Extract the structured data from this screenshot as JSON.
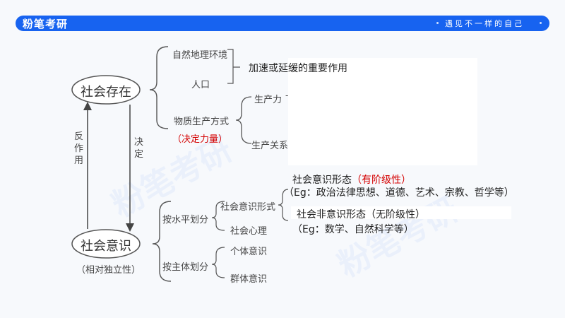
{
  "header": {
    "logo": "粉笔考研",
    "slogan": "遇见不一样的自己"
  },
  "watermark": "粉笔考研",
  "social_existence": {
    "title": "社会存在",
    "items": [
      "自然地理环境",
      "人口",
      "物质生产方式"
    ],
    "role_prefix": "（",
    "role": "决定力量",
    "role_suffix": "）",
    "nature_effect": "加速或延缓的重要作用",
    "production": [
      "生产力",
      "生产关系"
    ]
  },
  "arrows": {
    "reaction": [
      "反",
      "作",
      "用"
    ],
    "determines": [
      "决",
      "定"
    ]
  },
  "social_consciousness": {
    "title": "社会意识",
    "subtitle": "（相对独立性）",
    "by_level": {
      "label": "按水平划分",
      "items": [
        "社会意识形式",
        "社会心理"
      ]
    },
    "by_subject": {
      "label": "按主体划分",
      "items": [
        "个体意识",
        "群体意识"
      ]
    },
    "ideological": {
      "name": "社会意识形态",
      "tag": "（有阶级性）",
      "examples": "（Eg：政治法律思想、道德、艺术、宗教、哲学等）"
    },
    "non_ideological": {
      "name": "社会非意识形态（无阶级性）",
      "examples": "（Eg：数学、自然科学等）"
    }
  }
}
